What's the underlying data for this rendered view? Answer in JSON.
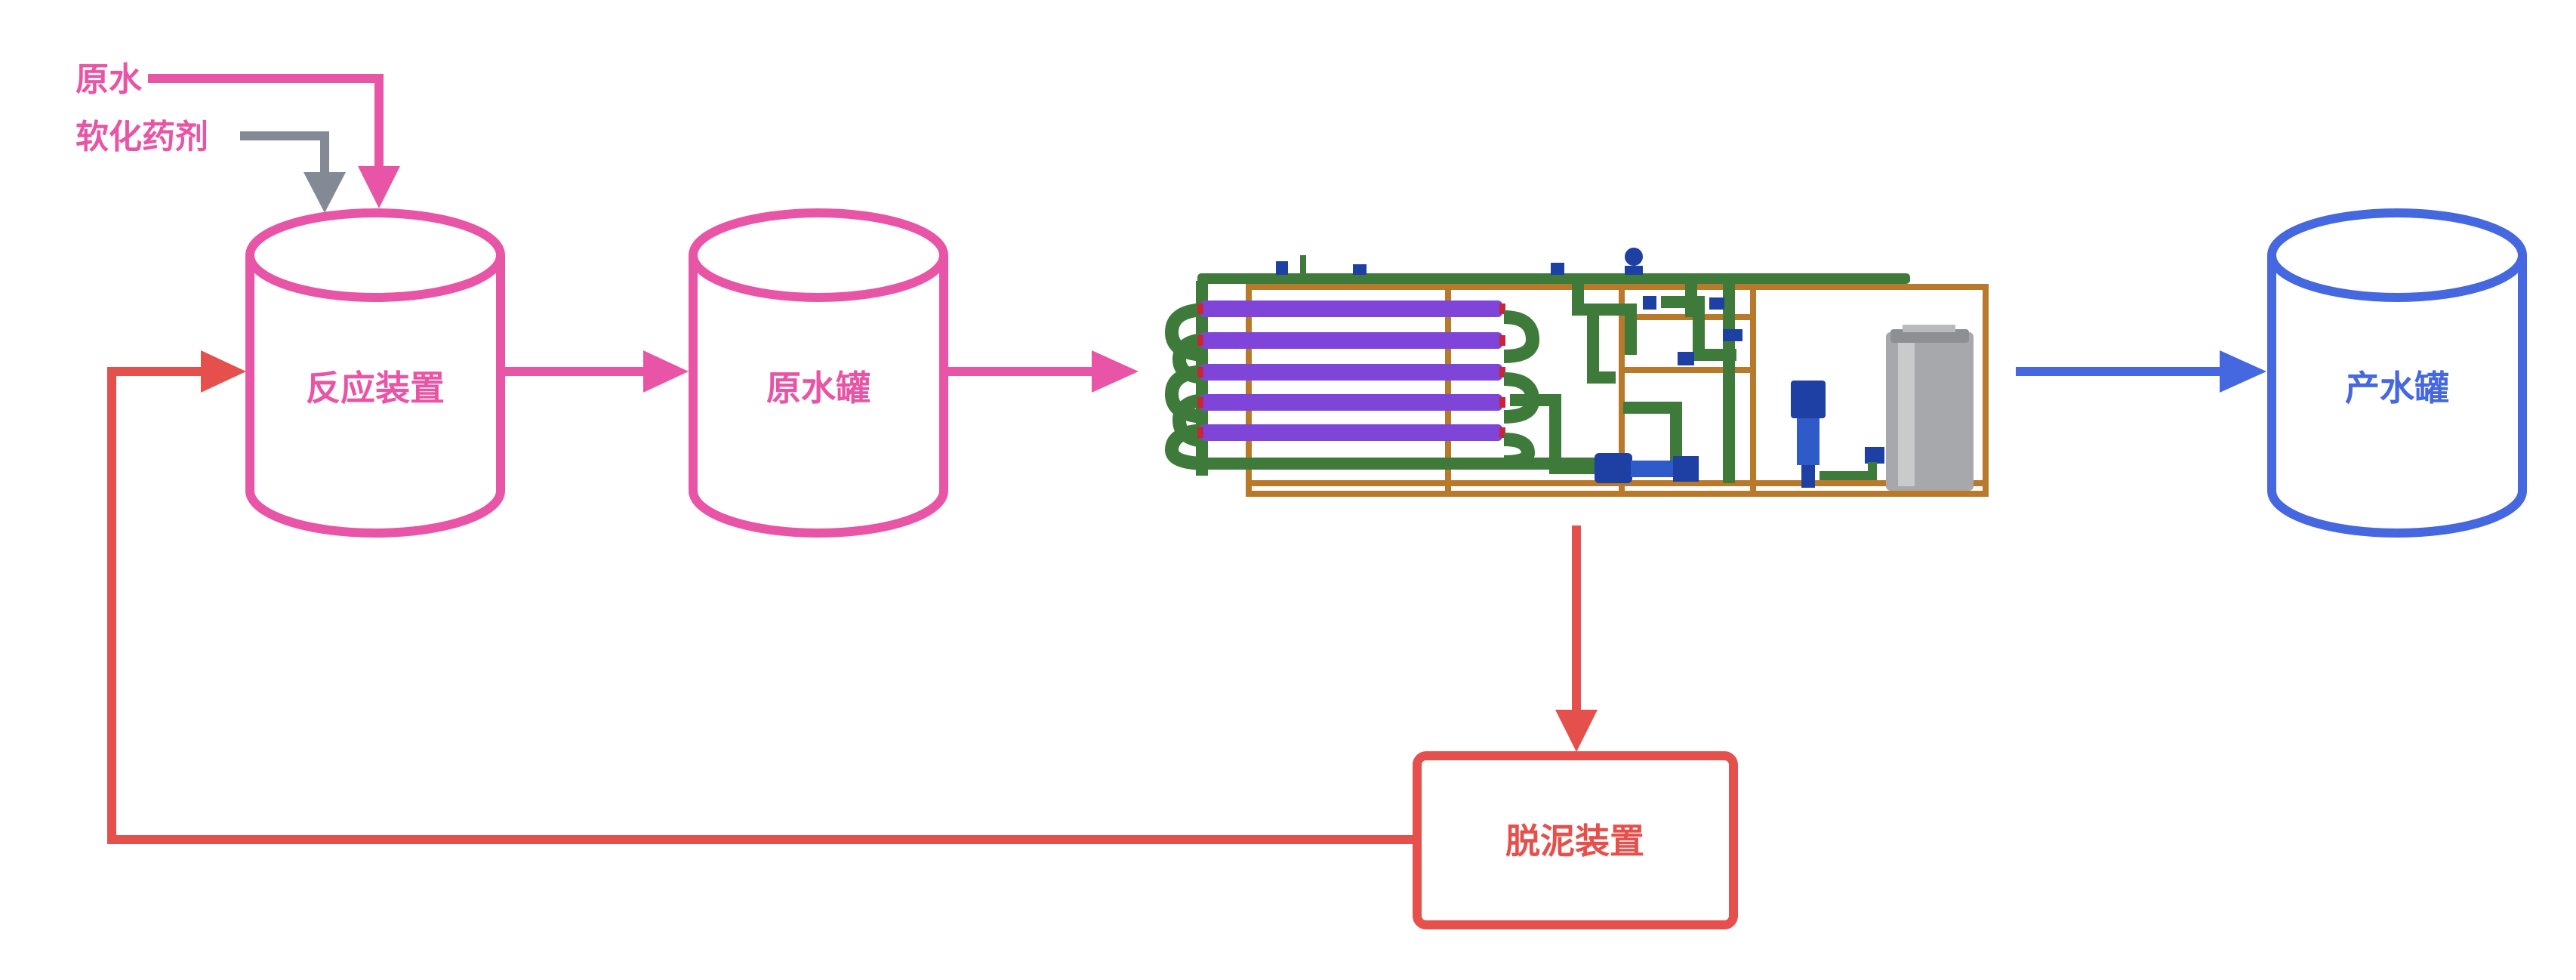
{
  "colors": {
    "pink": "#E955A6",
    "gray": "#838A96",
    "red": "#E5504C",
    "blue": "#4567E0",
    "frame": "#B87A2A",
    "pipe": "#3E7B3A",
    "membrane": "#7F45D9",
    "pump": "#1E3FA3",
    "tank_body": "#A7A8AB"
  },
  "diagram": {
    "raw_water_label": "原水",
    "softener_label": "软化药剂",
    "reactor_label": "反应装置",
    "raw_tank_label": "原水罐",
    "product_tank_label": "产水罐",
    "dewater_label": "脱泥装置",
    "membrane_unit_icon": "membrane-filtration-skid"
  }
}
